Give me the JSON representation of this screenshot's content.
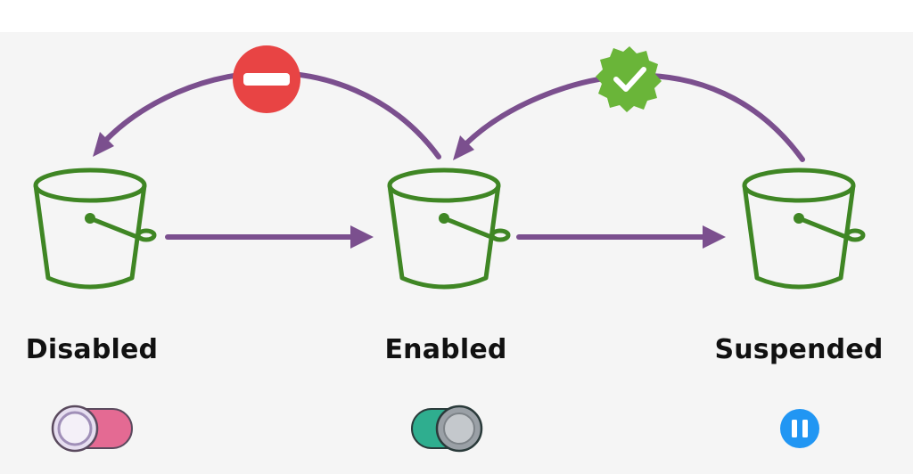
{
  "states": [
    {
      "id": "disabled",
      "label": "Disabled",
      "indicator": "toggle-off-icon"
    },
    {
      "id": "enabled",
      "label": "Enabled",
      "indicator": "toggle-on-icon"
    },
    {
      "id": "suspended",
      "label": "Suspended",
      "indicator": "pause-icon"
    }
  ],
  "transitions": [
    {
      "from": "disabled",
      "to": "enabled",
      "badge": null
    },
    {
      "from": "enabled",
      "to": "suspended",
      "badge": null
    },
    {
      "from": "enabled",
      "to": "disabled",
      "badge": "no-entry-icon"
    },
    {
      "from": "suspended",
      "to": "enabled",
      "badge": "verified-check-icon"
    }
  ],
  "colors": {
    "arrow": "#7b4f8e",
    "bucket": "#3f8624",
    "no_entry": "#e84444",
    "check_badge": "#6ab539",
    "toggle_off_track": "#e46a93",
    "toggle_on_track": "#2fae8f",
    "pause": "#2196f3",
    "background": "#f5f5f5"
  }
}
